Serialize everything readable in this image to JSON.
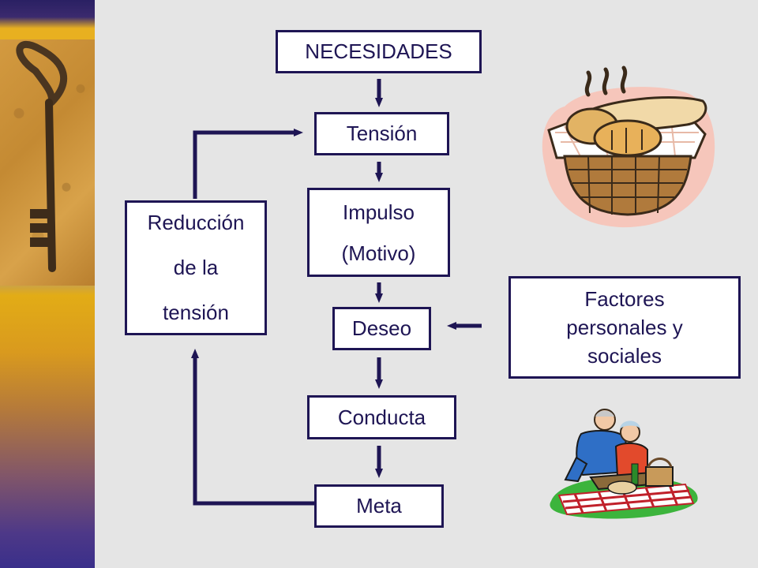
{
  "diagram": {
    "nodes": {
      "necesidades": "NECESIDADES",
      "tension": "Tensión",
      "impulso_line1": "Impulso",
      "impulso_line2": "(Motivo)",
      "deseo": "Deseo",
      "conducta": "Conducta",
      "meta": "Meta",
      "reduccion_line1": "Reducción",
      "reduccion_line2": "de la",
      "reduccion_line3": "tensión",
      "factores_line1": "Factores",
      "factores_line2": "personales y",
      "factores_line3": "sociales"
    },
    "edges": [
      {
        "from": "necesidades",
        "to": "tension"
      },
      {
        "from": "tension",
        "to": "impulso"
      },
      {
        "from": "impulso",
        "to": "deseo"
      },
      {
        "from": "deseo",
        "to": "conducta"
      },
      {
        "from": "conducta",
        "to": "meta"
      },
      {
        "from": "meta",
        "to": "reduccion"
      },
      {
        "from": "reduccion",
        "to": "tension"
      },
      {
        "from": "factores",
        "to": "deseo"
      }
    ]
  },
  "images": {
    "sidebar_photo": "key-icon",
    "bread_clipart": "bread-basket-icon",
    "picnic_clipart": "picnic-couple-icon"
  },
  "colors": {
    "box_border": "#1e1554",
    "text": "#1e1554",
    "background": "#e5e5e5"
  }
}
